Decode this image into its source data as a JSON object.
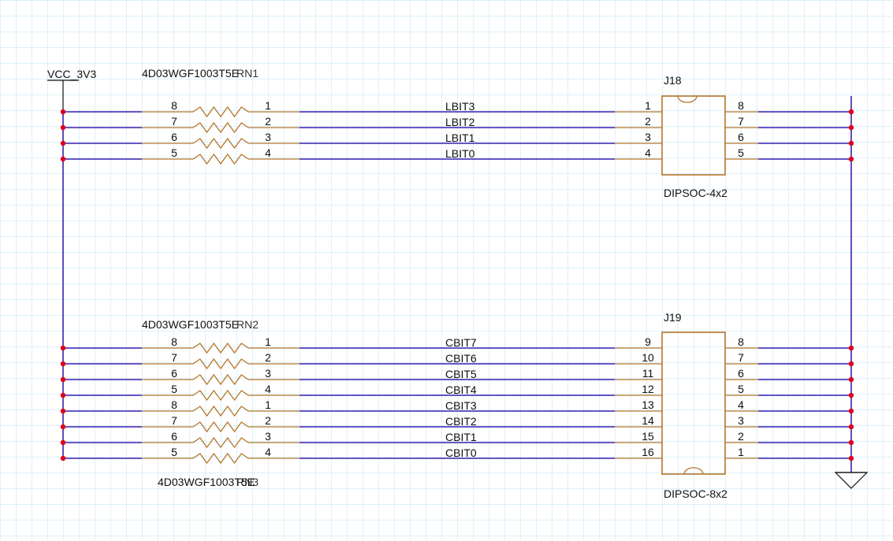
{
  "power": {
    "label": "VCC_3V3"
  },
  "resistor_networks": [
    {
      "id": "rn_top",
      "label_a": "4D03WGF1003T5E",
      "label_b": "RN1",
      "pins_left": [
        "8",
        "7",
        "6",
        "5"
      ],
      "pins_right": [
        "1",
        "2",
        "3",
        "4"
      ]
    },
    {
      "id": "rn_mid",
      "label_a": "4D03WGF1003T5E",
      "label_b": "RN2",
      "pins_left": [
        "8",
        "7",
        "6",
        "5"
      ],
      "pins_right": [
        "1",
        "2",
        "3",
        "4"
      ]
    },
    {
      "id": "rn_bot",
      "label_a": "4D03WGF1003T5E",
      "label_b": "RN3",
      "pins_left": [
        "8",
        "7",
        "6",
        "5"
      ],
      "pins_right": [
        "1",
        "2",
        "3",
        "4"
      ]
    }
  ],
  "connectors": [
    {
      "ref": "J18",
      "footprint": "DIPSOC-4x2",
      "pins_left": [
        "1",
        "2",
        "3",
        "4"
      ],
      "pins_right": [
        "8",
        "7",
        "6",
        "5"
      ]
    },
    {
      "ref": "J19",
      "footprint": "DIPSOC-8x2",
      "pins_left": [
        "9",
        "10",
        "11",
        "12",
        "13",
        "14",
        "15",
        "16"
      ],
      "pins_right": [
        "8",
        "7",
        "6",
        "5",
        "4",
        "3",
        "2",
        "1"
      ]
    }
  ],
  "nets_top": [
    "LBIT3",
    "LBIT2",
    "LBIT1",
    "LBIT0"
  ],
  "nets_bottom": [
    "CBIT7",
    "CBIT6",
    "CBIT5",
    "CBIT4",
    "CBIT3",
    "CBIT2",
    "CBIT1",
    "CBIT0"
  ],
  "colors": {
    "wire": "#3a1fb0",
    "component": "#b5762a",
    "junction": "#e0001c",
    "grid": "#bfe3f5",
    "text": "#111111"
  }
}
